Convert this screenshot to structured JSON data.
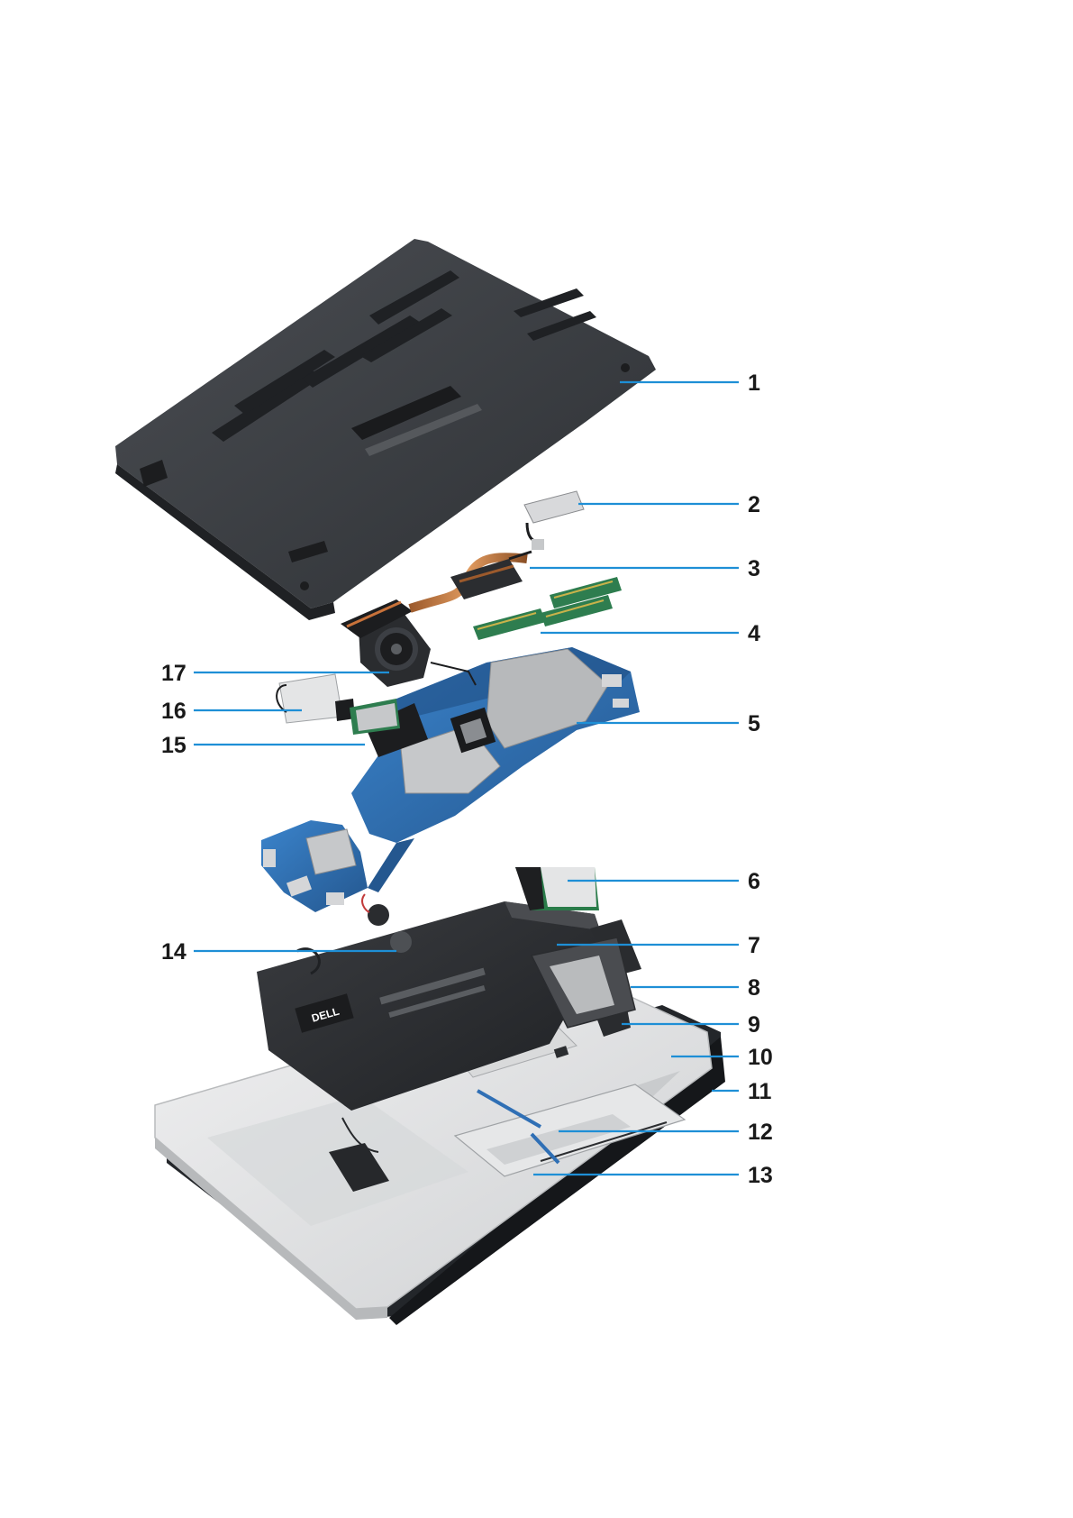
{
  "figure": {
    "description_free": true,
    "callouts": [
      {
        "id": "1",
        "label": "1"
      },
      {
        "id": "2",
        "label": "2"
      },
      {
        "id": "3",
        "label": "3"
      },
      {
        "id": "4",
        "label": "4"
      },
      {
        "id": "5",
        "label": "5"
      },
      {
        "id": "6",
        "label": "6"
      },
      {
        "id": "7",
        "label": "7"
      },
      {
        "id": "8",
        "label": "8"
      },
      {
        "id": "9",
        "label": "9"
      },
      {
        "id": "10",
        "label": "10"
      },
      {
        "id": "11",
        "label": "11"
      },
      {
        "id": "12",
        "label": "12"
      },
      {
        "id": "13",
        "label": "13"
      },
      {
        "id": "14",
        "label": "14"
      },
      {
        "id": "15",
        "label": "15"
      },
      {
        "id": "16",
        "label": "16"
      },
      {
        "id": "17",
        "label": "17"
      }
    ],
    "battery_brand": "DELL",
    "colors": {
      "callout_line": "#1e8fd6",
      "base_cover": "#3c3f44",
      "board": "#2f6fb5",
      "battery": "#2c2e31",
      "palmrest": "#e2e3e4",
      "bezel": "#23262a",
      "copper": "#c8723a",
      "ram": "#2e7d4f"
    }
  }
}
